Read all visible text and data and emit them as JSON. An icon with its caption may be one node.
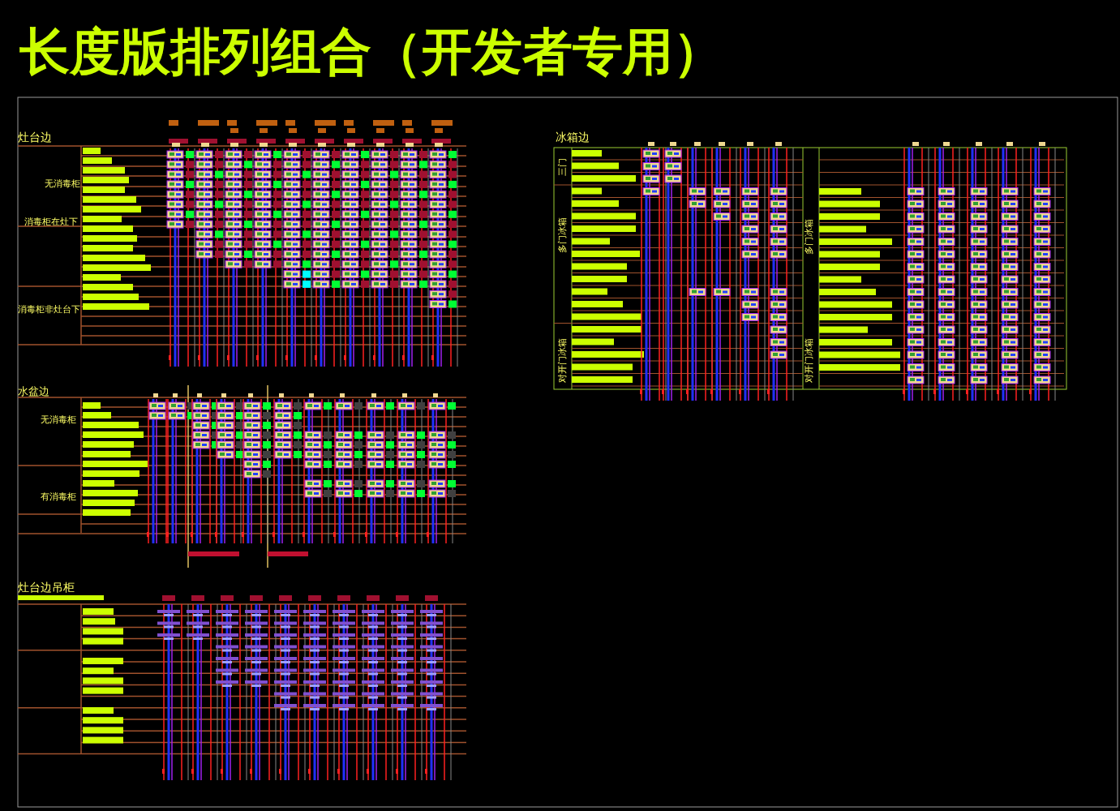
{
  "diagram": {
    "title": "长度版排列组合（开发者专用）",
    "labels": [
      "灶台边",
      "无消毒柜",
      "消毒柜在灶下",
      "消毒柜非灶台下",
      "水盆边",
      "无消毒柜",
      "有消毒柜",
      "灶台边吊柜",
      "冰箱边",
      "三门",
      "多门冰箱",
      "对开门冰箱",
      "多门冰箱",
      "对开门冰箱"
    ]
  }
}
